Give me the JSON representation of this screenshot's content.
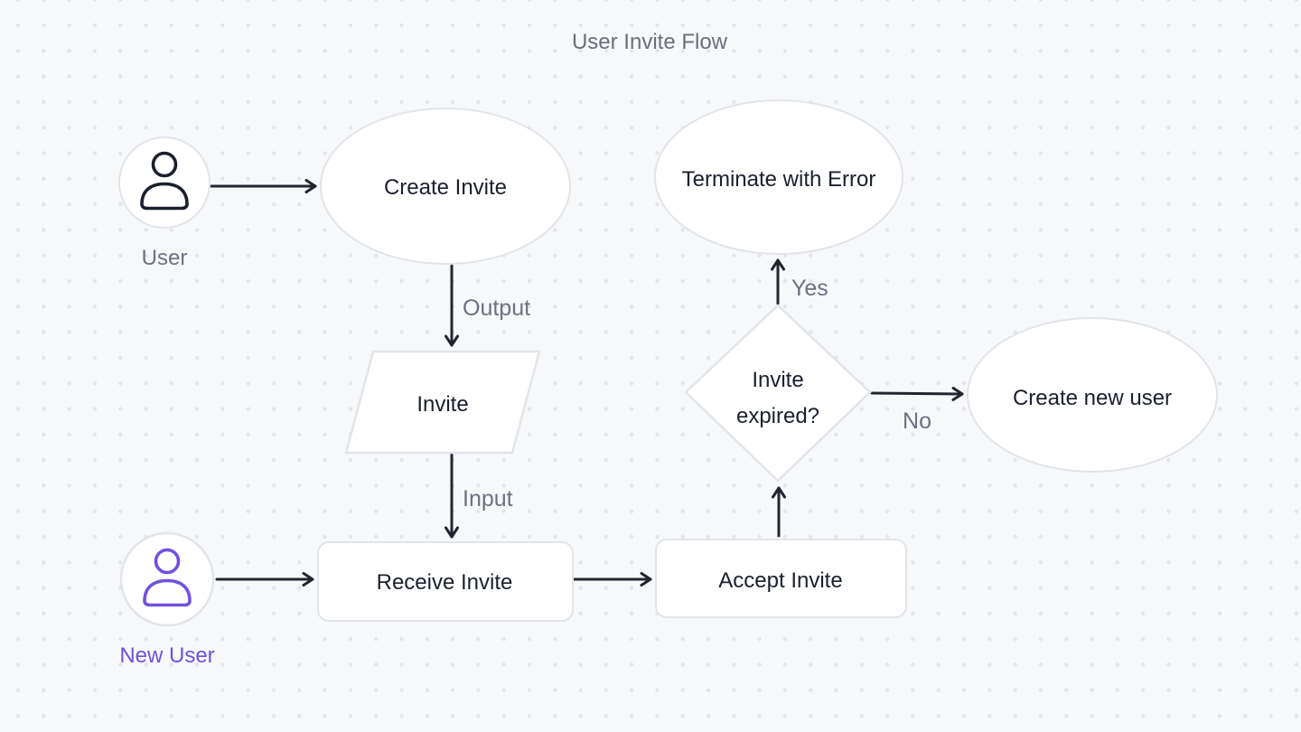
{
  "diagram": {
    "title": "User Invite Flow",
    "actors": [
      {
        "id": "user",
        "label": "User"
      },
      {
        "id": "new-user",
        "label": "New User"
      }
    ],
    "nodes": [
      {
        "id": "create-invite",
        "type": "ellipse",
        "label": "Create Invite"
      },
      {
        "id": "invite",
        "type": "parallelogram",
        "label": "Invite"
      },
      {
        "id": "receive-invite",
        "type": "process",
        "label": "Receive Invite"
      },
      {
        "id": "accept-invite",
        "type": "process",
        "label": "Accept Invite"
      },
      {
        "id": "invite-expired",
        "type": "decision",
        "label": "Invite expired?",
        "line1": "Invite",
        "line2": "expired?"
      },
      {
        "id": "terminate-with-error",
        "type": "ellipse",
        "label": "Terminate with Error"
      },
      {
        "id": "create-new-user",
        "type": "ellipse",
        "label": "Create new user"
      }
    ],
    "edges": [
      {
        "from": "user",
        "to": "create-invite",
        "label": ""
      },
      {
        "from": "create-invite",
        "to": "invite",
        "label": "Output"
      },
      {
        "from": "invite",
        "to": "receive-invite",
        "label": "Input"
      },
      {
        "from": "new-user",
        "to": "receive-invite",
        "label": ""
      },
      {
        "from": "receive-invite",
        "to": "accept-invite",
        "label": ""
      },
      {
        "from": "accept-invite",
        "to": "invite-expired",
        "label": ""
      },
      {
        "from": "invite-expired",
        "to": "terminate-with-error",
        "label": "Yes"
      },
      {
        "from": "invite-expired",
        "to": "create-new-user",
        "label": "No"
      }
    ],
    "colors": {
      "background": "#F7F8FA",
      "grid_dot": "#E2E4E9",
      "node_fill": "#FFFFFF",
      "node_border": "#E1E4E9",
      "arrow": "#21262E",
      "text_dark": "#1A202C",
      "text_muted": "#6B7280",
      "accent_purple": "#7150DF"
    }
  }
}
